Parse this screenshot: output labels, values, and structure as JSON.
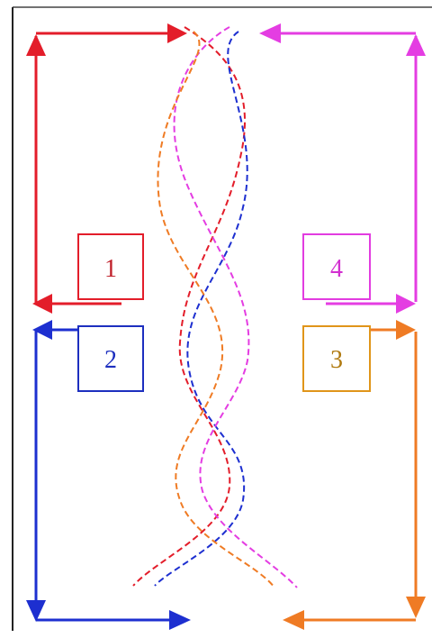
{
  "diagram": {
    "boxes": [
      {
        "id": "1",
        "label": "1",
        "color": "#e0202a"
      },
      {
        "id": "2",
        "label": "2",
        "color": "#1d2fbf"
      },
      {
        "id": "3",
        "label": "3",
        "color": "#e0951a"
      },
      {
        "id": "4",
        "label": "4",
        "color": "#e23ce0"
      }
    ],
    "colors": {
      "red": "#e31d2a",
      "blue": "#1d2fd0",
      "magenta": "#e43de2",
      "orange": "#ef7b24",
      "border": "#000000"
    }
  }
}
